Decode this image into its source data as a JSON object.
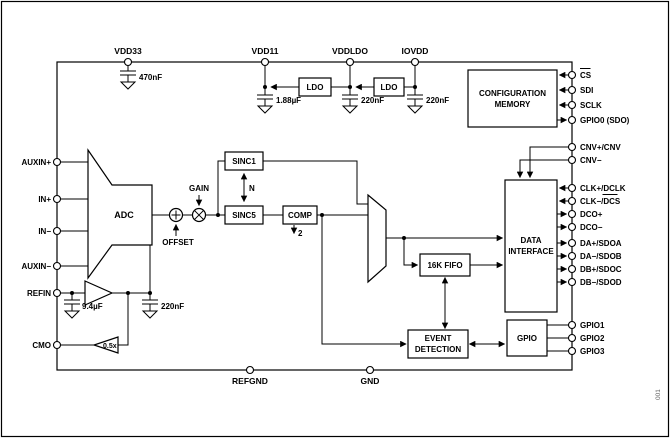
{
  "pins": {
    "top": [
      "VDD33",
      "VDD11",
      "VDDLDO",
      "IOVDD"
    ],
    "left": [
      "AUXIN+",
      "IN+",
      "IN−",
      "AUXIN−",
      "REFIN",
      "CMO"
    ],
    "right": [
      "CS",
      "SDI",
      "SCLK",
      "GPIO0 (SDO)",
      "CNV+/CNV",
      "CNV−",
      "CLK+/DCLK",
      "CLK−/DCS",
      "DCO+",
      "DCO−",
      "DA+/SDOA",
      "DA−/SDOB",
      "DB+/SDOC",
      "DB−/SDOD",
      "GPIO1",
      "GPIO2",
      "GPIO3"
    ],
    "bottom": [
      "REFGND",
      "GND"
    ]
  },
  "capacitors": [
    "470nF",
    "1.88µF",
    "220nF",
    "220nF",
    "9.4µF",
    "220nF"
  ],
  "blocks": {
    "adc": "ADC",
    "ldo1": "LDO",
    "ldo2": "LDO",
    "config_memory": [
      "CONFIGURATION",
      "MEMORY"
    ],
    "sinc1": "SINC1",
    "sinc5": "SINC5",
    "comp": "COMP",
    "decimate_by_2": "2",
    "fifo": "16K FIFO",
    "data_interface": [
      "DATA",
      "INTERFACE"
    ],
    "event_detection": [
      "EVENT",
      "DETECTION"
    ],
    "gpio": "GPIO",
    "half_gain": "0.5x"
  },
  "annotations": {
    "gain": "GAIN",
    "offset": "OFFSET",
    "decimation_n": "N",
    "figure_number": "001"
  }
}
